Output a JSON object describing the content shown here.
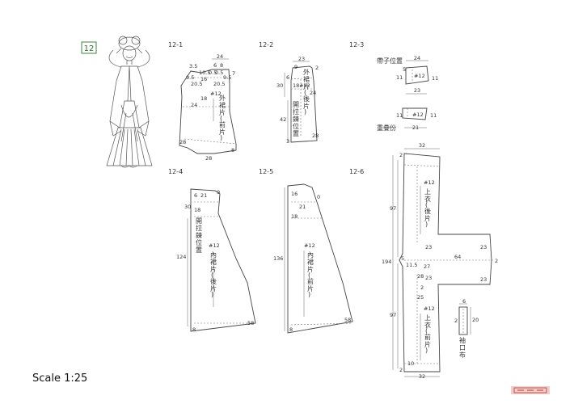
{
  "figure_number": "12",
  "scale_caption": "Scale 1:25",
  "panels": {
    "p12_1": {
      "label": "12-1",
      "dims": {
        "top_w": "24",
        "a": "3.5",
        "b": "6",
        "c": "8",
        "d": "7",
        "e": "10.5",
        "f": "0.5",
        "g": "0.5",
        "h": "9.5",
        "i": "9.5",
        "j": "16",
        "k": "20.5",
        "l": "20.5",
        "m": "18",
        "n": "24",
        "o": "28",
        "p": "8",
        "q": "28"
      },
      "piece_no": "#12",
      "piece_name": [
        "外",
        "裙",
        "片",
        "(",
        "前",
        "片",
        ")"
      ]
    },
    "p12_2": {
      "label": "12-2",
      "dims": {
        "top_w": "23",
        "a": "9",
        "b": "2",
        "c": "6",
        "d": "24",
        "e": "18",
        "f": "30",
        "g": "42",
        "h": "3",
        "i": "28"
      },
      "piece_no": "#12",
      "piece_name": [
        "外",
        "裙",
        "片",
        "(",
        "後",
        "片",
        ")"
      ],
      "note": [
        "開",
        "拉",
        "鍊",
        "位",
        "置"
      ]
    },
    "p12_3": {
      "label": "12-3",
      "title": "帶子位置",
      "dims": {
        "a": "24",
        "b": "5",
        "c": "11",
        "d": "11",
        "e": "23",
        "f": "11",
        "g": "11",
        "h": "21"
      },
      "piece_no_a": "#12",
      "piece_no_b": "#12",
      "fold_label": "重疊份"
    },
    "p12_4": {
      "label": "12-4",
      "dims": {
        "a": "6",
        "b": "21",
        "c": "9",
        "d": "30",
        "e": "18",
        "f": "124",
        "g": "58",
        "h": "8"
      },
      "piece_no": "#12",
      "piece_name": [
        "內",
        "裙",
        "片",
        "(",
        "後",
        "片",
        ")"
      ],
      "note": [
        "開",
        "拉",
        "鍊",
        "位",
        "置"
      ]
    },
    "p12_5": {
      "label": "12-5",
      "dims": {
        "a": "16",
        "b": "0",
        "c": "21",
        "d": "18",
        "e": "136",
        "f": "58",
        "g": "8"
      },
      "piece_no": "#12",
      "piece_name": [
        "內",
        "裙",
        "片",
        "(",
        "前",
        "片",
        ")"
      ]
    },
    "p12_6": {
      "label": "12-6",
      "dims": {
        "a": "32",
        "b": "2",
        "c": "97",
        "d": "194",
        "e": "97",
        "f": "2",
        "g": "23",
        "h": "64",
        "i": "23",
        "j": "2",
        "k": "23",
        "l": "5",
        "m": "11.5",
        "n": "27",
        "o": "28",
        "p": "23",
        "q": "25",
        "r": "2",
        "s": "10",
        "t": "32"
      },
      "piece_no_a": "#12",
      "piece_name_a": [
        "上",
        "衣",
        "(",
        "後",
        "片",
        ")"
      ],
      "piece_no_b": "#12",
      "piece_name_b": [
        "上",
        "衣",
        "(",
        "前",
        "片",
        ")"
      ],
      "cuff": {
        "w": "6",
        "h": "20",
        "s": "2",
        "name": [
          "袖",
          "口",
          "布"
        ]
      }
    }
  },
  "colors": {
    "line": "#444444",
    "badge": "#3a8a3a",
    "watermark": "#c0392b"
  }
}
